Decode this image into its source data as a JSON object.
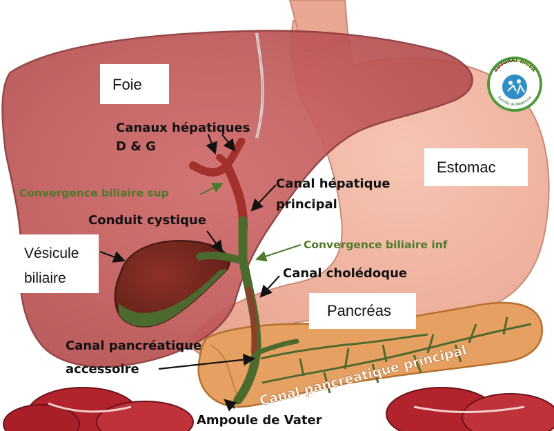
{
  "labels": {
    "foie": "Foie",
    "estomac": "Estomac",
    "vesicule_line1": "Vésicule",
    "vesicule_line2": "biliaire",
    "pancreas": "Pancréas",
    "canaux_hepatiques_line1": "Canaux hépatiques",
    "canaux_hepatiques_line2": "D & G",
    "convergence_sup": "Convergence biliaire sup",
    "canal_hepatique_line1": "Canal hépatique",
    "canal_hepatique_line2": "principal",
    "conduit_cystique": "Conduit cystique",
    "convergence_inf": "Convergence biliaire inf",
    "canal_choledoque": "Canal cholédoque",
    "canal_pancreatique_acc_line1": "Canal pancréatique",
    "canal_pancreatique_acc_line2": "accessoire",
    "canal_pancreatique_principal": "Canal pancréatique principal",
    "ampoule": "Ampoule de Vater"
  },
  "logo": {
    "text_top": "TUTORAT NIGER",
    "text_bottom": "Famille de Médecine"
  },
  "colors": {
    "liver": "#c45a5a",
    "stomach": "#f0b6a3",
    "pancreas": "#e8a15c",
    "gallbladder": "#7b2a22",
    "bile_green": "#4d6a2e",
    "duct_red": "#a3302a",
    "label_green": "#4e7a2b",
    "intestine": "#b3232c"
  }
}
